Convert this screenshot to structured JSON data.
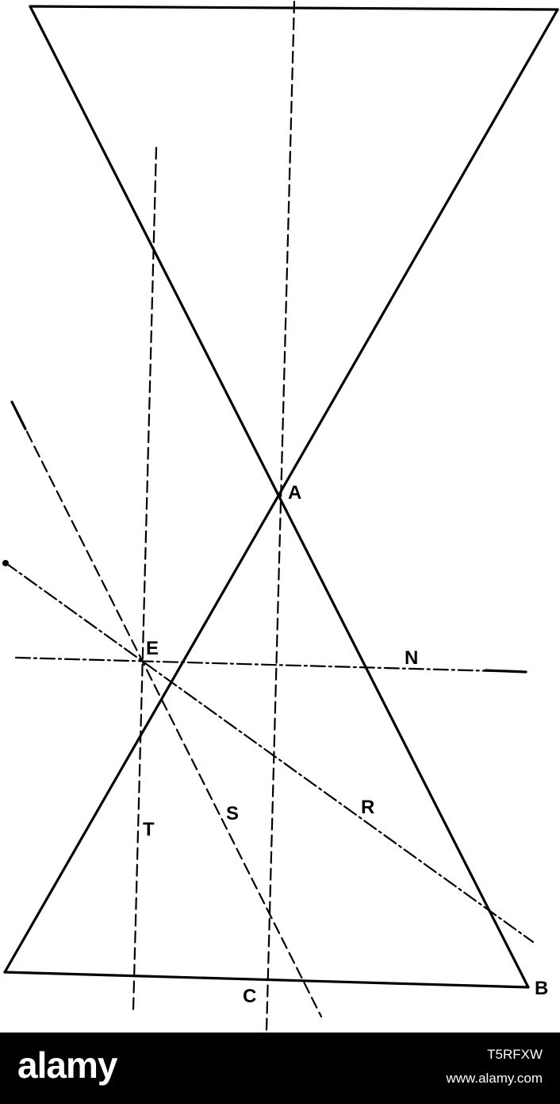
{
  "diagram": {
    "labels": {
      "A": "A",
      "B": "B",
      "C": "C",
      "E": "E",
      "N": "N",
      "R": "R",
      "S": "S",
      "T": "T"
    }
  },
  "footer": {
    "logo": "alamy",
    "image_id": "T5RFXW",
    "site": "www.alamy.com"
  }
}
